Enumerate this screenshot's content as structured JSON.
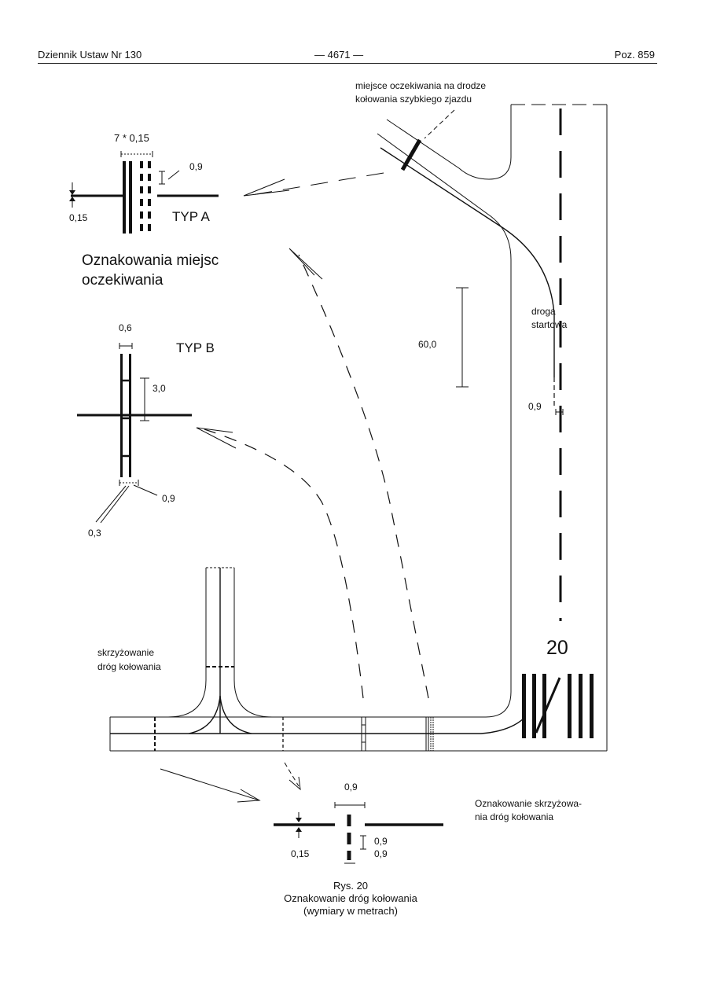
{
  "header": {
    "left": "Dziennik Ustaw Nr 130",
    "center": "— 4671 —",
    "right": "Poz. 859"
  },
  "labels": {
    "hold_on_rapid_exit_line1": "miejsce oczekiwania na drodze",
    "hold_on_rapid_exit_line2": "kołowania szybkiego zjazdu",
    "typ_a_width": "7 * 0,15",
    "typ_a_dash": "0,9",
    "typ_a_line": "0,15",
    "typ_a": "TYP A",
    "holding_markings_line1": "Oznakowania miejsc",
    "holding_markings_line2": "oczekiwania",
    "typ_b_width": "0,6",
    "typ_b": "TYP B",
    "typ_b_spacing": "3,0",
    "typ_b_gap": "0,9",
    "typ_b_line": "0,3",
    "scale_length": "60,0",
    "runway_line1": "droga",
    "runway_line2": "startowa",
    "runway_centerline_width": "0,9",
    "intersection_line1": "skrzyżowanie",
    "intersection_line2": "dróg kołowania",
    "runway_designator": "20",
    "intersection_marking_line1": "Oznakowanie skrzyżowa-",
    "intersection_marking_line2": "nia dróg kołowania",
    "int_dash_width": "0,9",
    "int_dash_len": "0,9",
    "int_dash_gap": "0,9",
    "int_line": "0,15"
  },
  "caption": {
    "line1": "Rys. 20",
    "line2": "Oznakowanie dróg kołowania",
    "line3": "(wymiary w metrach)"
  }
}
